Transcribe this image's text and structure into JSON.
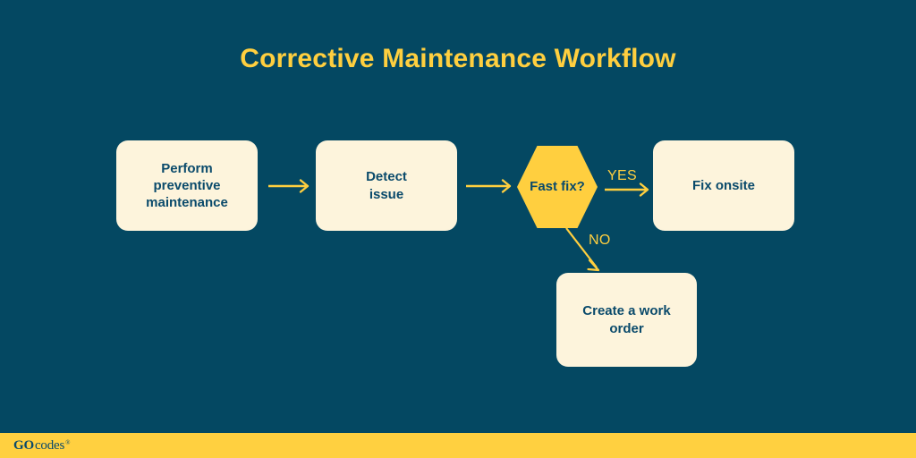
{
  "diagram": {
    "title": "Corrective Maintenance Workflow",
    "type": "flowchart",
    "colors": {
      "background": "#044862",
      "accent_yellow": "#FFCF3F",
      "node_fill": "#FDF4DC",
      "node_text": "#0A4A6B",
      "footer_band": "#FFD040"
    },
    "nodes": [
      {
        "id": "preventive",
        "shape": "rounded-rectangle",
        "lines": [
          "Perform",
          "preventive",
          "maintenance"
        ],
        "text": "Perform preventive maintenance"
      },
      {
        "id": "detect",
        "shape": "rounded-rectangle",
        "lines": [
          "Detect",
          "issue"
        ],
        "text": "Detect issue"
      },
      {
        "id": "fast-fix",
        "shape": "hexagon",
        "lines": [
          "Fast",
          "fix?"
        ],
        "text": "Fast fix?"
      },
      {
        "id": "fix-onsite",
        "shape": "rounded-rectangle",
        "lines": [
          "Fix onsite"
        ],
        "text": "Fix onsite"
      },
      {
        "id": "work-order",
        "shape": "rounded-rectangle",
        "lines": [
          "Create a work",
          "order"
        ],
        "text": "Create a work order"
      }
    ],
    "edges": [
      {
        "from": "preventive",
        "to": "detect",
        "label": "",
        "direction": "right"
      },
      {
        "from": "detect",
        "to": "fast-fix",
        "label": "",
        "direction": "right"
      },
      {
        "from": "fast-fix",
        "to": "fix-onsite",
        "label": "YES",
        "direction": "right"
      },
      {
        "from": "fast-fix",
        "to": "work-order",
        "label": "NO",
        "direction": "down-right"
      }
    ],
    "edge_labels": {
      "yes": "YES",
      "no": "NO"
    }
  },
  "footer": {
    "logo_primary": "GO",
    "logo_secondary": "codes",
    "logo_mark": "®"
  }
}
